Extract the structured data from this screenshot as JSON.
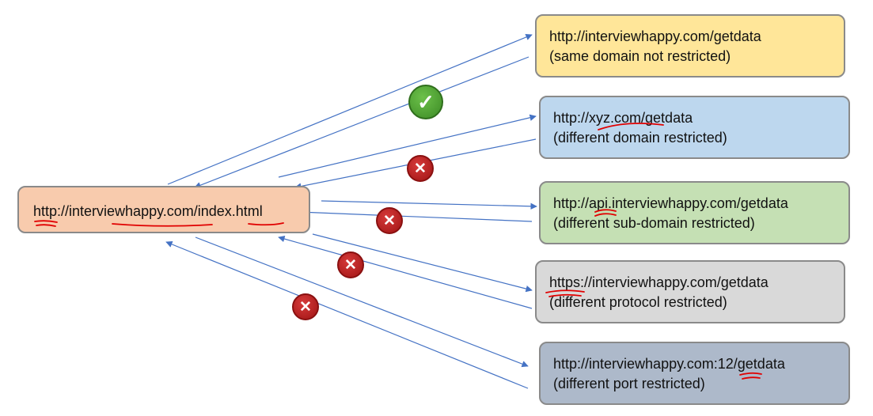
{
  "source": {
    "url": "http://interviewhappy.com/index.html",
    "color": "#f8cbad"
  },
  "targets": [
    {
      "url": "http://interviewhappy.com/getdata",
      "note": "(same domain not restricted)",
      "color": "#ffe699",
      "status": "allowed"
    },
    {
      "url": "http://xyz.com/getdata",
      "note": "(different domain restricted)",
      "color": "#bdd7ee",
      "status": "restricted"
    },
    {
      "url": "http://api.interviewhappy.com/getdata",
      "note": "(different sub-domain restricted)",
      "color": "#c5e0b4",
      "status": "restricted"
    },
    {
      "url": "https://interviewhappy.com/getdata",
      "note": "(different protocol restricted)",
      "color": "#d9d9d9",
      "status": "restricted"
    },
    {
      "url": "http://interviewhappy.com:12/getdata",
      "note": "(different port restricted)",
      "color": "#adb9ca",
      "status": "restricted"
    }
  ],
  "icons": {
    "allowed": "check-icon",
    "restricted": "x-icon"
  },
  "colors": {
    "arrow": "#4472c4",
    "annotation": "#e00000"
  }
}
